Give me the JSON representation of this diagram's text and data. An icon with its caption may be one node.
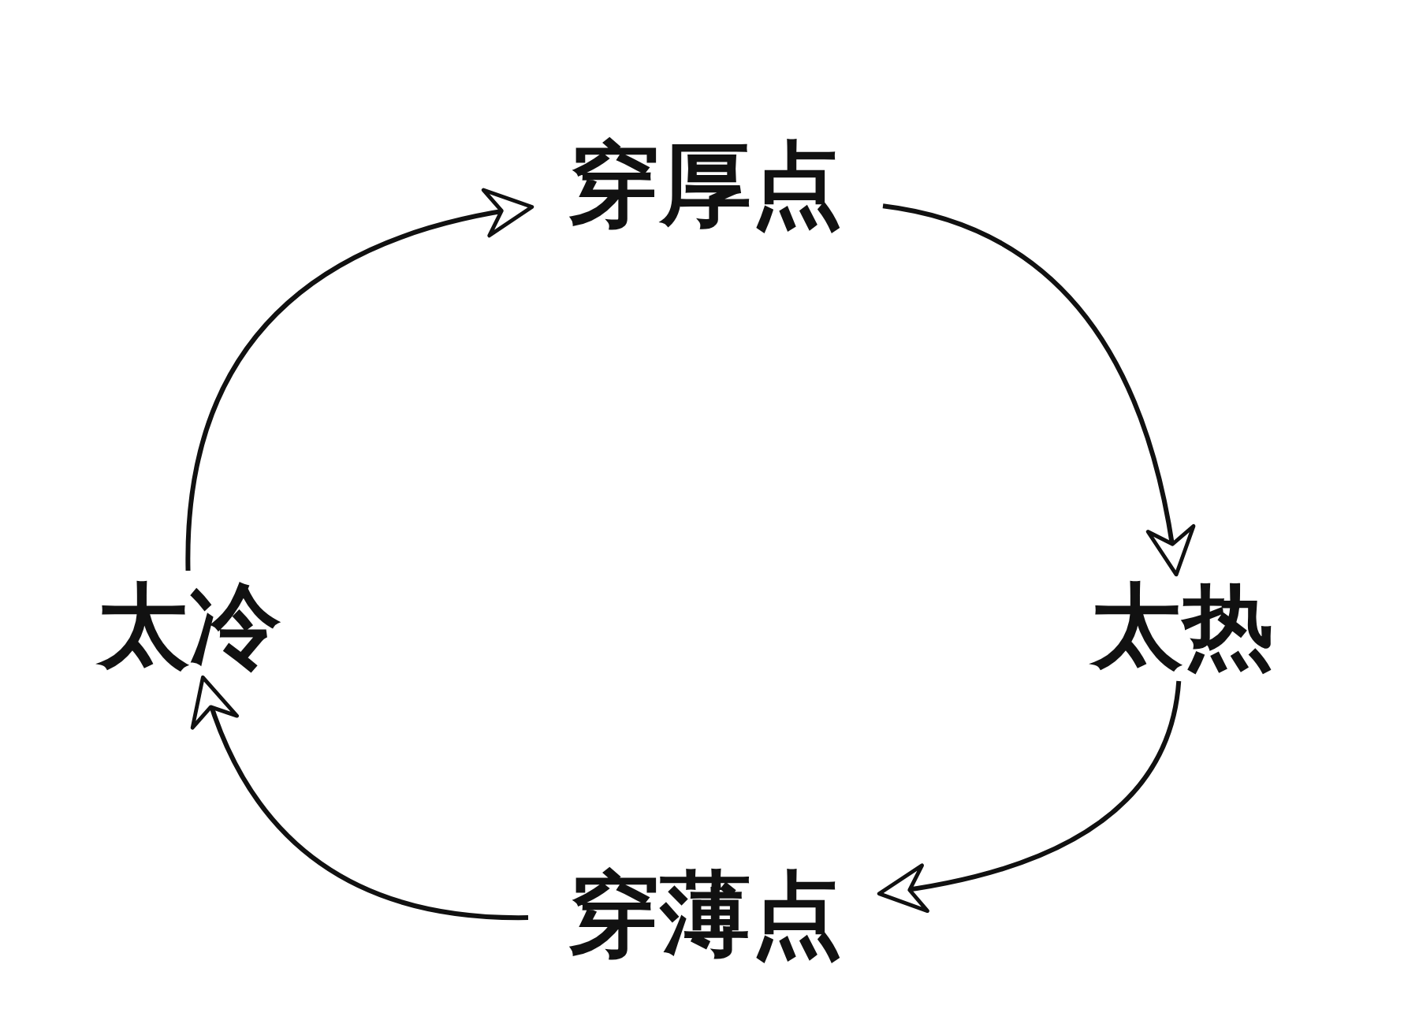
{
  "diagram": {
    "nodes": [
      {
        "text": [
          "穿厚点"
        ]
      },
      {
        "text": [
          "太热"
        ]
      },
      {
        "text": [
          "穿薄点"
        ]
      },
      {
        "text": [
          "太冷"
        ]
      }
    ],
    "edges": [
      {
        "from": 0,
        "to": 1,
        "arrow": "to"
      },
      {
        "from": 1,
        "to": 2,
        "arrow": "to"
      },
      {
        "from": 2,
        "to": 3,
        "arrow": "to"
      },
      {
        "from": 3,
        "to": 0,
        "arrow": "to"
      }
    ]
  }
}
